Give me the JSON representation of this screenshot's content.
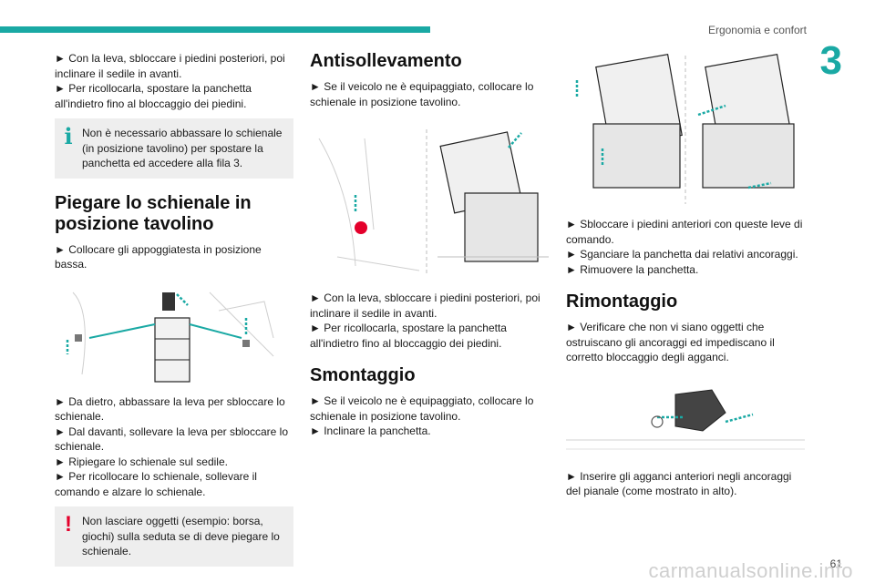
{
  "header": {
    "section": "Ergonomia e confort",
    "chapter": "3"
  },
  "col1": {
    "p1": [
      "► Con la leva, sbloccare i piedini posteriori, poi inclinare il sedile in avanti.",
      "► Per ricollocarla, spostare la panchetta all'indietro fino al bloccaggio dei piedini."
    ],
    "info": "Non è necessario abbassare lo schienale (in posizione tavolino) per spostare la panchetta ed accedere alla fila 3.",
    "heading": "Piegare lo schienale in posizione tavolino",
    "p2": "► Collocare gli appoggiatesta in posizione bassa.",
    "p3": [
      "► Da dietro, abbassare la leva per sbloccare lo schienale.",
      "► Dal davanti, sollevare la leva per sbloccare lo schienale.",
      "► Ripiegare lo schienale sul sedile.",
      "► Per ricollocare lo schienale, sollevare il comando e alzare lo schienale."
    ],
    "warn": "Non lasciare oggetti (esempio: borsa, giochi) sulla seduta se di deve piegare lo schienale."
  },
  "col2": {
    "heading1": "Antisollevamento",
    "p1": "► Se il veicolo ne è equipaggiato, collocare lo schienale in posizione tavolino.",
    "p2": [
      "► Con la leva, sbloccare i piedini posteriori, poi inclinare il sedile in avanti.",
      "► Per ricollocarla, spostare la panchetta all'indietro fino al bloccaggio dei piedini."
    ],
    "heading2": "Smontaggio",
    "p3": [
      "► Se il veicolo ne è equipaggiato, collocare lo schienale in posizione tavolino.",
      "► Inclinare la panchetta."
    ]
  },
  "col3": {
    "p1": [
      "► Sbloccare i piedini anteriori con queste leve di comando.",
      "► Sganciare la panchetta dai relativi ancoraggi.",
      "► Rimuovere la panchetta."
    ],
    "heading": "Rimontaggio",
    "p2": "► Verificare che non vi siano oggetti che ostruiscano gli ancoraggi ed impediscano il corretto bloccaggio degli agganci.",
    "p3": "► Inserire gli agganci anteriori negli ancoraggi del pianale (come mostrato in alto)."
  },
  "footer": {
    "page": "61",
    "watermark": "carmanualsonline.info"
  },
  "colors": {
    "accent": "#1aa9a4",
    "warning": "#e4002b",
    "note_bg": "#eeeeee"
  },
  "icons": {
    "info": "info-icon",
    "warning": "exclamation-icon"
  },
  "marks": {
    "info": "i",
    "warn": "!"
  }
}
